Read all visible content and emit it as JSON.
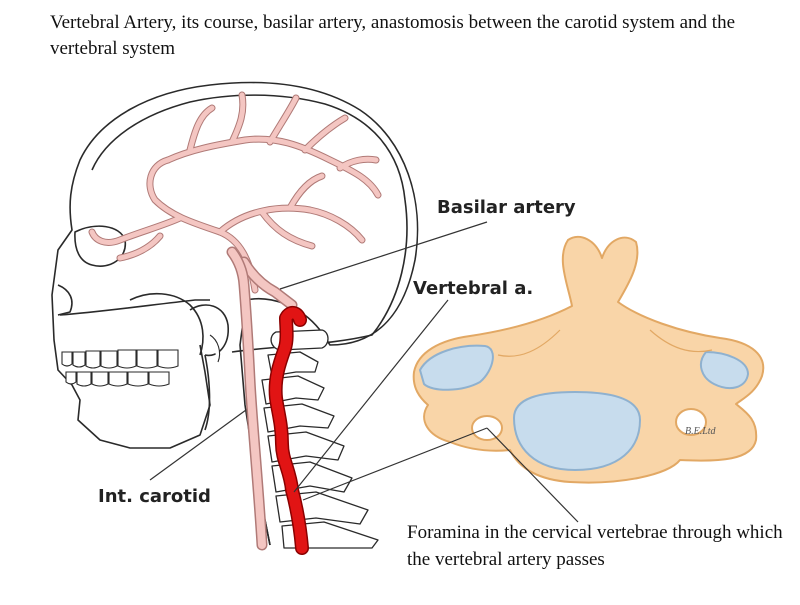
{
  "title": "Vertebral Artery, its course, basilar artery, anastomosis between the carotid system and the vertebral system",
  "labels": {
    "basilar": "Basilar artery",
    "vertebral": "Vertebral a.",
    "carotid": "Int. carotid"
  },
  "caption": "Foramina in the cervical vertebrae through which the vertebral artery passes",
  "credit": "B.E.Ltd",
  "colors": {
    "artery_pink": "#f4c6c2",
    "artery_outline": "#b07a77",
    "vertebral_red": "#e11414",
    "bone": "#f9d5a8",
    "bone_outline": "#e2a864",
    "canal_blue": "#c7dced",
    "line": "#333333"
  }
}
